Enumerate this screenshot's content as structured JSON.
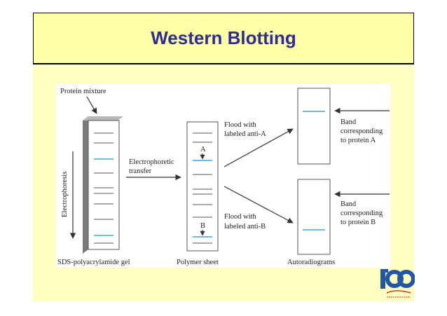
{
  "slide": {
    "title": "Western Blotting"
  },
  "figure": {
    "protein_mixture": "Protein mixture",
    "electrophoresis": "Electrophoresis",
    "electrophoretic_line1": "Electrophoretic",
    "electrophoretic_line2": "transfer",
    "flood_a_line1": "Flood with",
    "flood_a_line2": "labeled anti-A",
    "flood_b_line1": "Flood with",
    "flood_b_line2": "labeled anti-B",
    "band_a_line1": "Band",
    "band_a_line2": "corresponding",
    "band_a_line3": "to protein A",
    "band_b_line1": "Band",
    "band_b_line2": "corresponding",
    "band_b_line3": "to protein B",
    "marker_a": "A",
    "marker_b": "B",
    "caption_gel": "SDS-polyacrylamide gel",
    "caption_sheet": "Polymer sheet",
    "caption_auto": "Autoradiograms"
  },
  "colors": {
    "slide_bg": "#ffffc0",
    "title_color": "#2e2e8c",
    "band_highlight": "#3aa8d8",
    "logo_blue": "#2456a8"
  }
}
